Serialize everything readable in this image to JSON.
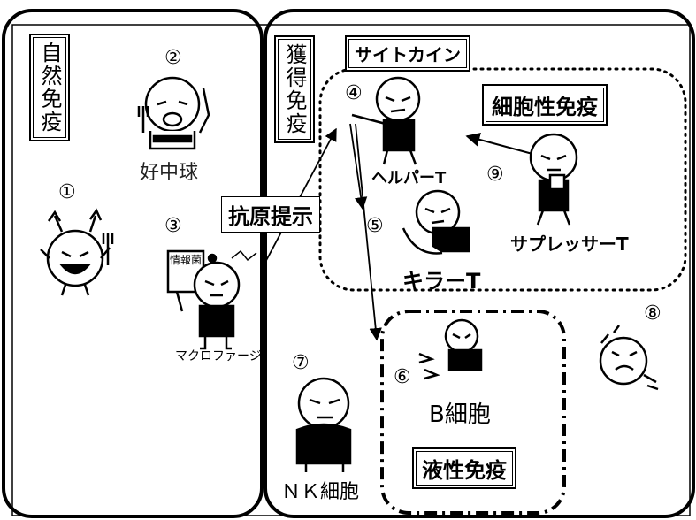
{
  "titles": {
    "innate": "自然免疫",
    "acquired": "獲得免疫",
    "cytokine": "サイトカイン",
    "cellular": "細胞性免疫",
    "humoral": "液性免疫",
    "antigen": "抗原提示"
  },
  "numbers": [
    "①",
    "②",
    "③",
    "④",
    "⑤",
    "⑥",
    "⑦",
    "⑧",
    "⑨"
  ],
  "cells": {
    "neutrophil": "好中球",
    "macrophage": "マクロファージ",
    "helper": "ヘルパーT",
    "killer": "キラーT",
    "suppressor": "サプレッサーT",
    "bcell": "B細胞",
    "nk": "ＮＫ細胞"
  },
  "sign_text": "情報菌"
}
